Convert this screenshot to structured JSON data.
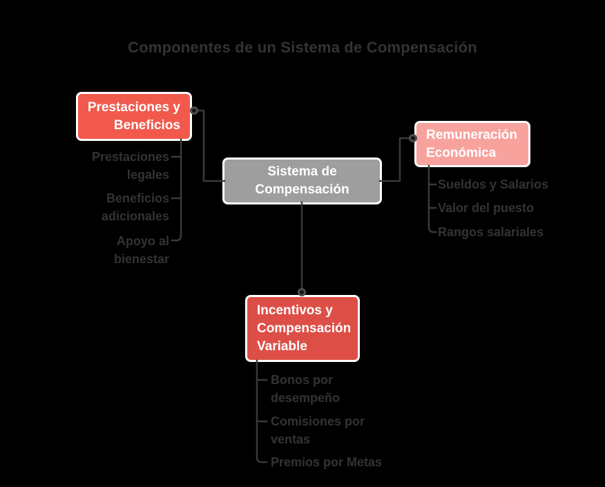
{
  "diagram": {
    "title": "Componentes de un Sistema de Compensación",
    "colors": {
      "background": "#000000",
      "muted_text": "#333333",
      "node_text": "#ffffff",
      "edge": "#3a3a3a",
      "node_border": "#ffffff"
    },
    "nodes": {
      "sistema": {
        "label": "Sistema de\nCompensación",
        "color": "#9e9e9e"
      },
      "prestaciones": {
        "label": "Prestaciones y\nBeneficios",
        "color": "#f1594d",
        "children": [
          "Prestaciones\nlegales",
          "Beneficios\nadicionales",
          "Apoyo al\nbienestar"
        ]
      },
      "remuneracion": {
        "label": "Remuneración\nEconómica",
        "color": "#f8a29d",
        "children": [
          "Sueldos y Salarios",
          "Valor del puesto",
          "Rangos salariales"
        ]
      },
      "incentivos": {
        "label": "Incentivos y\nCompensación\nVariable",
        "color": "#dd4f46",
        "children": [
          "Bonos por\ndesempeño",
          "Comisiones por\nventas",
          "Premios por Metas"
        ]
      }
    }
  }
}
